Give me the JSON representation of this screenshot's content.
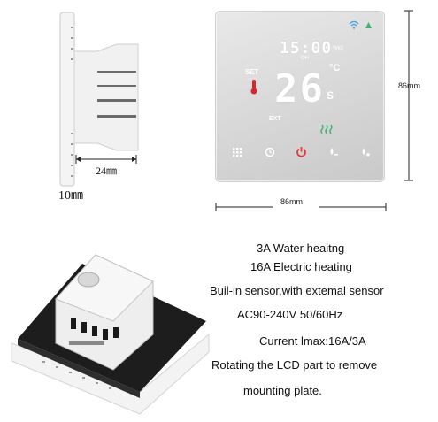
{
  "side_view": {
    "width_label": "10㎜",
    "depth_label": "24㎜"
  },
  "front_view": {
    "time": "15:00",
    "week_label": "Wk0",
    "oh_label": "OH",
    "set_label": "SET",
    "ext_label": "EXT",
    "temperature": "26",
    "unit_label": "°C",
    "s_label": "S",
    "height_label": "86mm",
    "width_label": "86mm",
    "colors": {
      "panel": "#d9d9d9",
      "wifi": "#4fa7e0",
      "heat": "#3cb371",
      "set": "#d9262c",
      "power": "#e23b3b"
    }
  },
  "specs": {
    "line1": "3A  Water heaitng",
    "line2": "16A Electric heating",
    "line3": "Buil-in sensor,with extemal sensor",
    "line4": "AC90-240V 50/60Hz",
    "line5": "Current lmax:16A/3A",
    "line6": "Rotating the LCD part to remove",
    "line7": "mounting plate."
  }
}
